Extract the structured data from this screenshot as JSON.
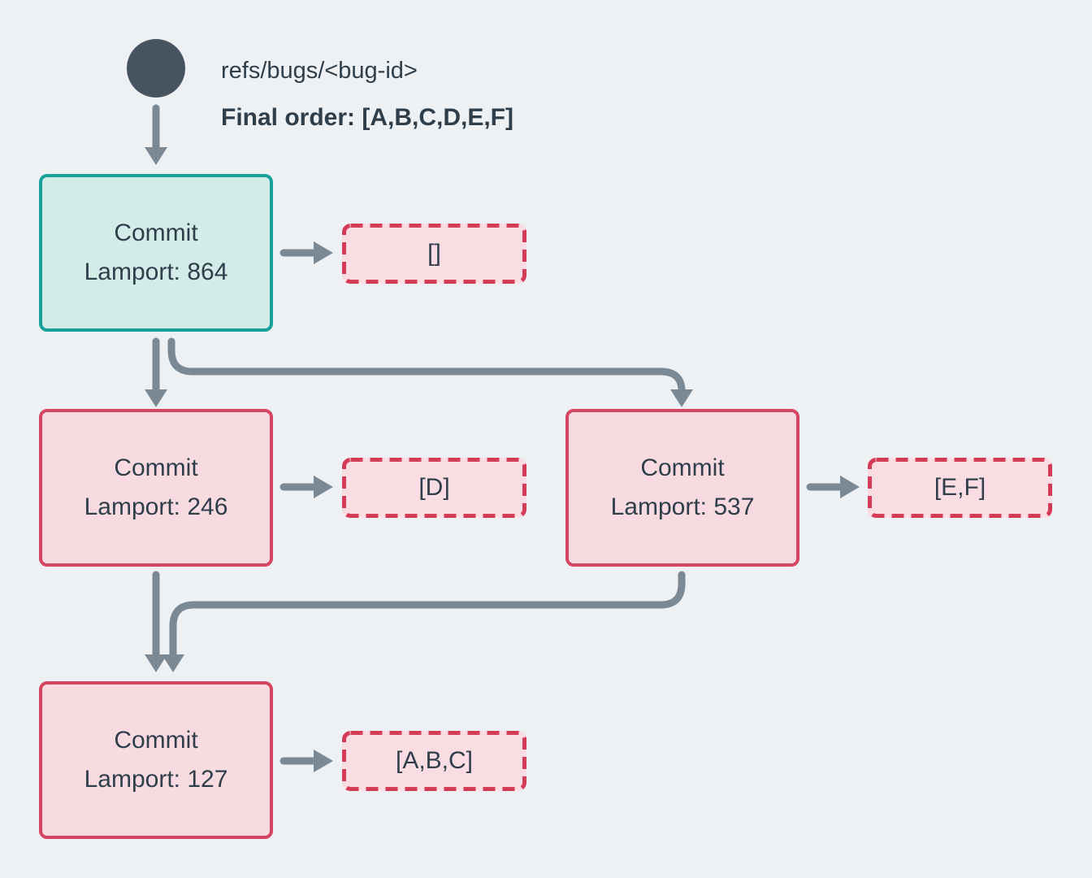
{
  "palette": {
    "background": "#EDF1F4",
    "node_border_red": "#D5455F",
    "node_fill_red": "#F8DBE0",
    "node_border_teal": "#18A29A",
    "node_fill_teal": "#D2ECE8",
    "dashed_border": "#D43B57",
    "dashed_fill": "#F9DDE2",
    "arrow": "#7B8995",
    "text": "#2F3E4B",
    "ref_circle": "#47545F"
  },
  "header": {
    "ref_label": "refs/bugs/<bug-id>",
    "final_order_label": "Final order: [A,B,C,D,E,F]"
  },
  "commits": [
    {
      "title": "Commit",
      "lamport": "Lamport: 864",
      "variant": "teal",
      "payload": "[]"
    },
    {
      "title": "Commit",
      "lamport": "Lamport: 246",
      "variant": "red",
      "payload": "[D]"
    },
    {
      "title": "Commit",
      "lamport": "Lamport: 537",
      "variant": "red",
      "payload": "[E,F]"
    },
    {
      "title": "Commit",
      "lamport": "Lamport: 127",
      "variant": "red",
      "payload": "[A,B,C]"
    }
  ]
}
